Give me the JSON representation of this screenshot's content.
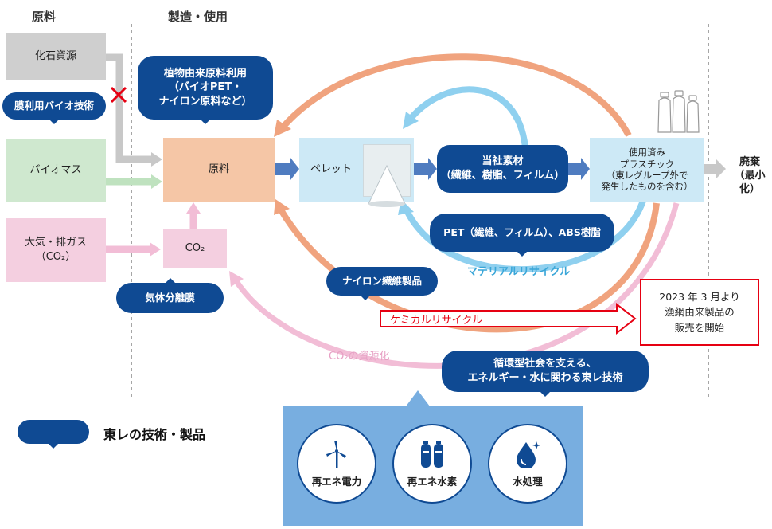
{
  "headers": {
    "raw": "原料",
    "manufacture": "製造・使用"
  },
  "boxes": {
    "fossil": "化石資源",
    "biomass": "バイオマス",
    "air": "大気・排ガス\n（CO₂）",
    "material": "原料",
    "co2": "CO₂",
    "pellet": "ペレット",
    "our_material": "当社素材\n（繊維、樹脂、フィルム）",
    "used_plastic": "使用済み\nプラスチック\n（東レグループ外で\n発生したものを含む）",
    "disposal": "廃棄\n（最小化）"
  },
  "pills": {
    "membrane_bio": "膜利用バイオ技術",
    "plant_origin": "植物由来原料利用\n（バイオPET・\nナイロン原料など）",
    "gas_membrane": "気体分離膜",
    "pet_abs": "PET（繊維、フィルム）、ABS樹脂",
    "nylon": "ナイロン繊維製品",
    "circular": "循環型社会を支える、\nエネルギー・水に関わる東レ技術"
  },
  "labels": {
    "material_recycle": "マテリアルリサイクル",
    "chemical_recycle": "ケミカルリサイクル",
    "co2_resource": "CO₂の資源化",
    "announcement": "2023 年 3 月より\n漁網由来製品の\n販売を開始"
  },
  "tech": [
    {
      "label": "再エネ電力",
      "icon": "wind-turbine-icon"
    },
    {
      "label": "再エネ水素",
      "icon": "hydrogen-tank-icon"
    },
    {
      "label": "水処理",
      "icon": "water-drop-icon"
    }
  ],
  "legend": {
    "label": "東レの技術・製品"
  },
  "colors": {
    "navy": "#0f4a93",
    "orange_arrow": "#f0a37e",
    "lightblue_arrow": "#8fd0ef",
    "pink_arrow": "#f2bdd6",
    "gray_arrow": "#bdbdbd",
    "red": "#e60012"
  }
}
